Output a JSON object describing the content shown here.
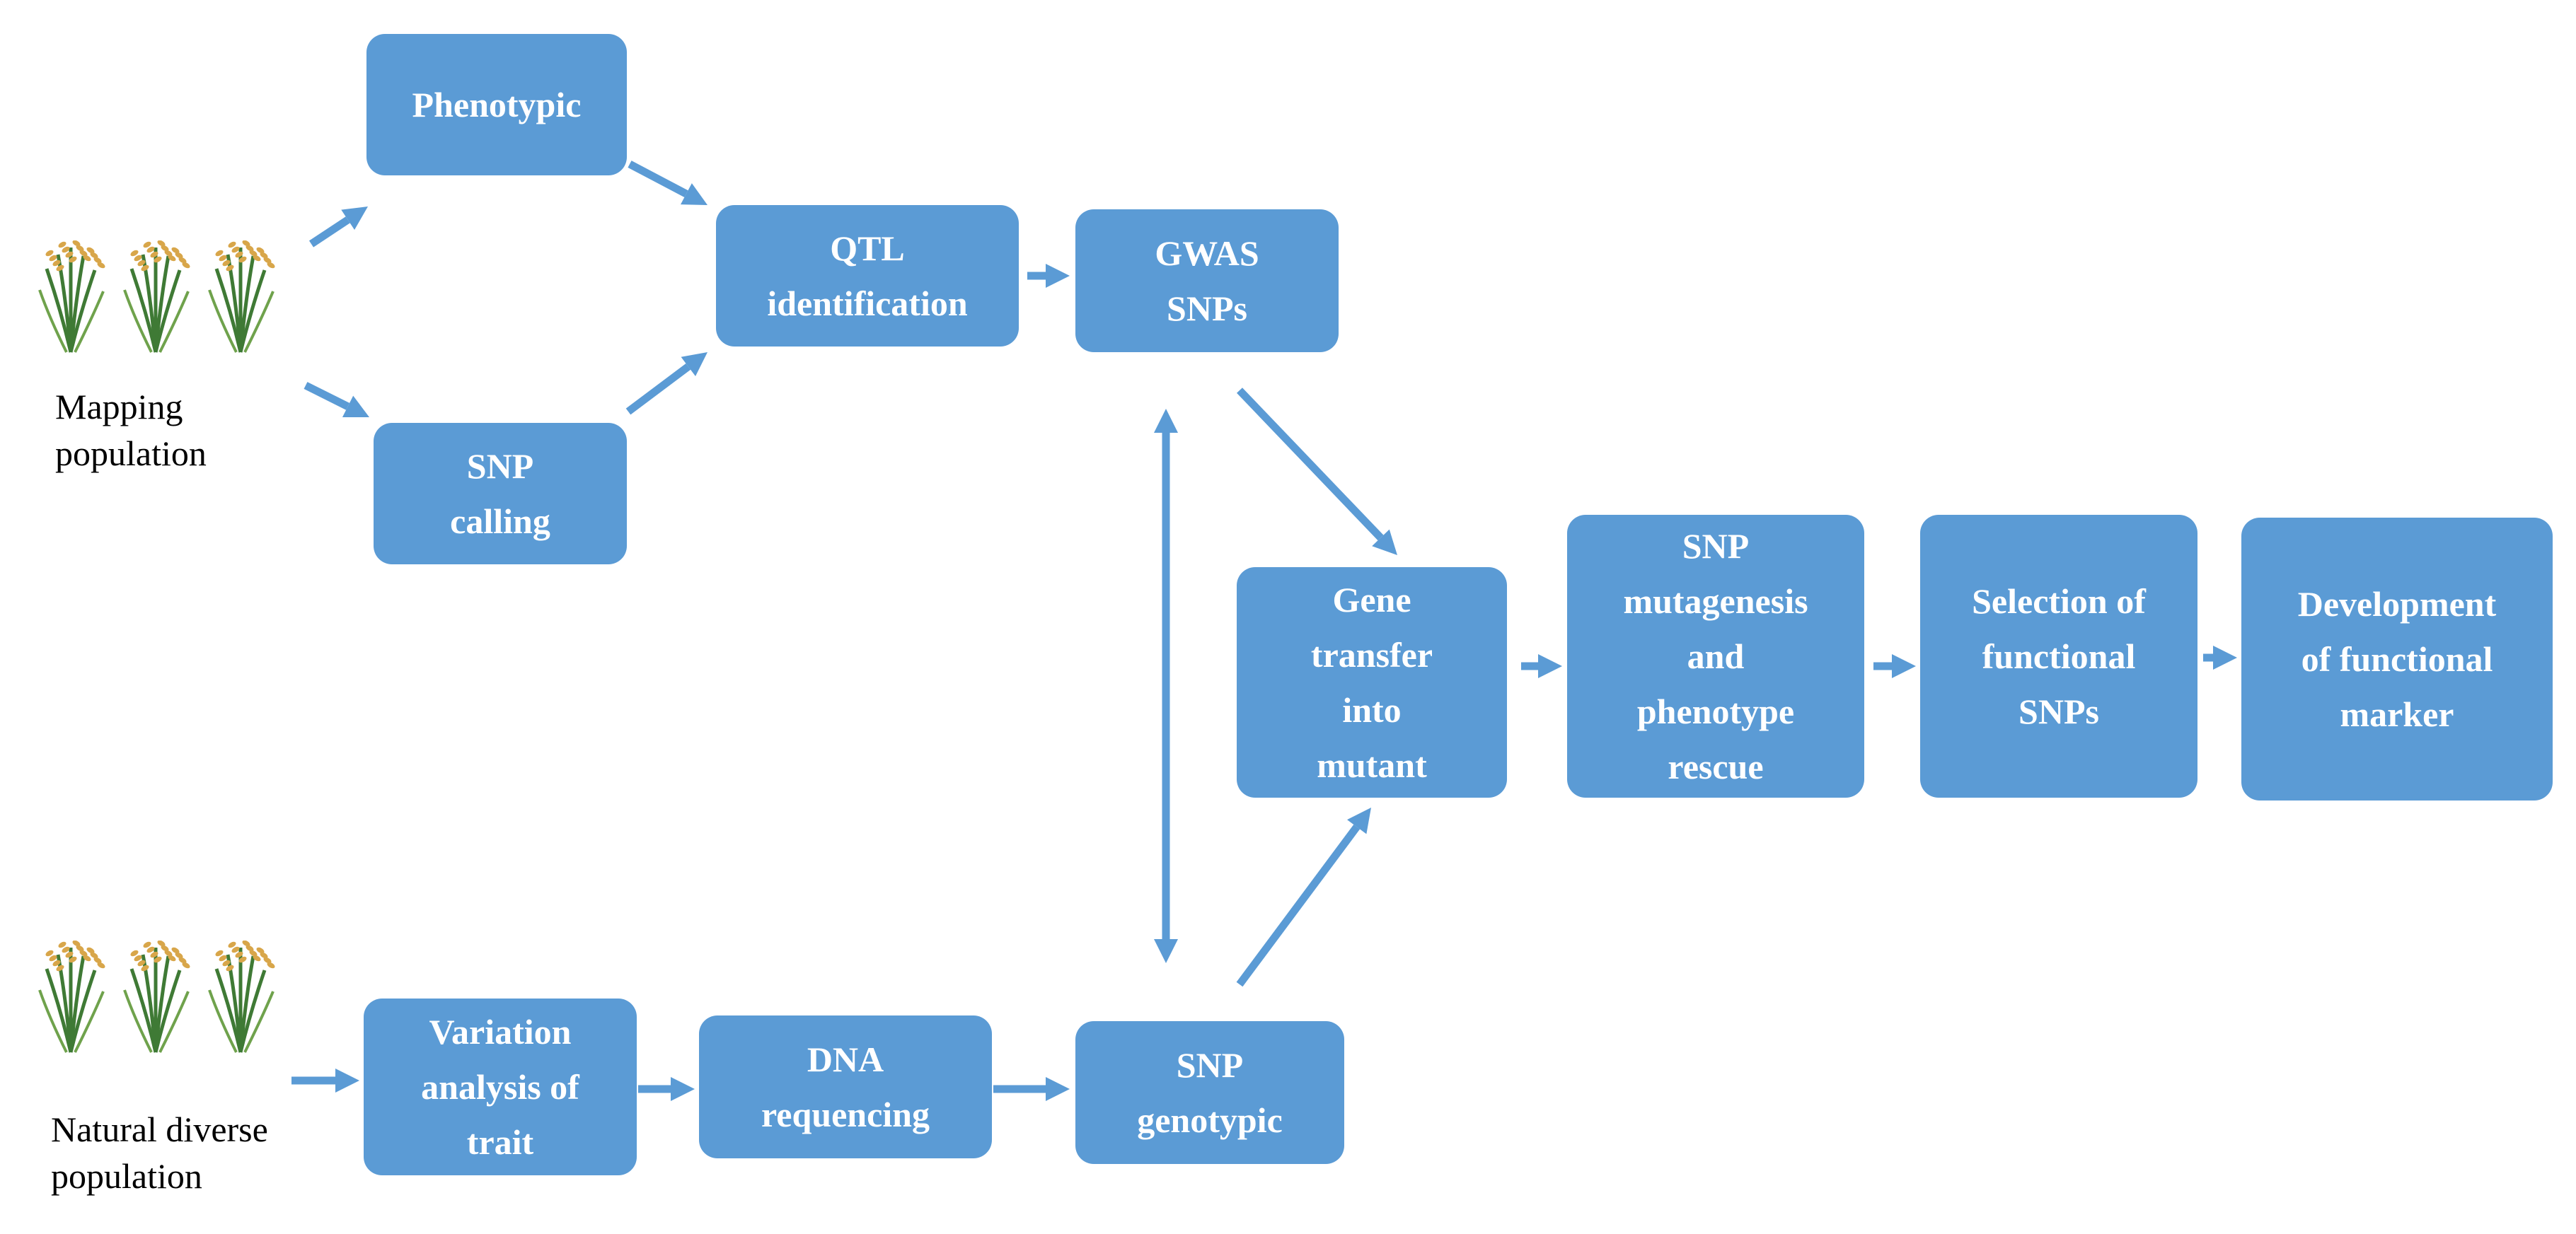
{
  "colors": {
    "box": "#5b9bd5",
    "arrow": "#5b9bd5",
    "box_text": "#ffffff",
    "caption_text": "#000000"
  },
  "boxes": {
    "phenotypic": "Phenotypic",
    "snp_calling": "SNP\ncalling",
    "qtl_identification": "QTL\nidentification",
    "gwas_snps": "GWAS\nSNPs",
    "gene_transfer": "Gene\ntransfer\ninto\nmutant",
    "snp_mutagenesis": "SNP\nmutagenesis\nand\nphenotype\nrescue",
    "selection_functional_snps": "Selection of\nfunctional\nSNPs",
    "development_functional_marker": "Development\nof functional\nmarker",
    "variation_analysis": "Variation\nanalysis of\ntrait",
    "dna_requencing": "DNA\nrequencing",
    "snp_genotypic": "SNP\ngenotypic"
  },
  "captions": {
    "mapping_population": "Mapping\npopulation",
    "natural_diverse_population": "Natural diverse\npopulation"
  },
  "icons": {
    "plant": "rice-plant-icon"
  }
}
